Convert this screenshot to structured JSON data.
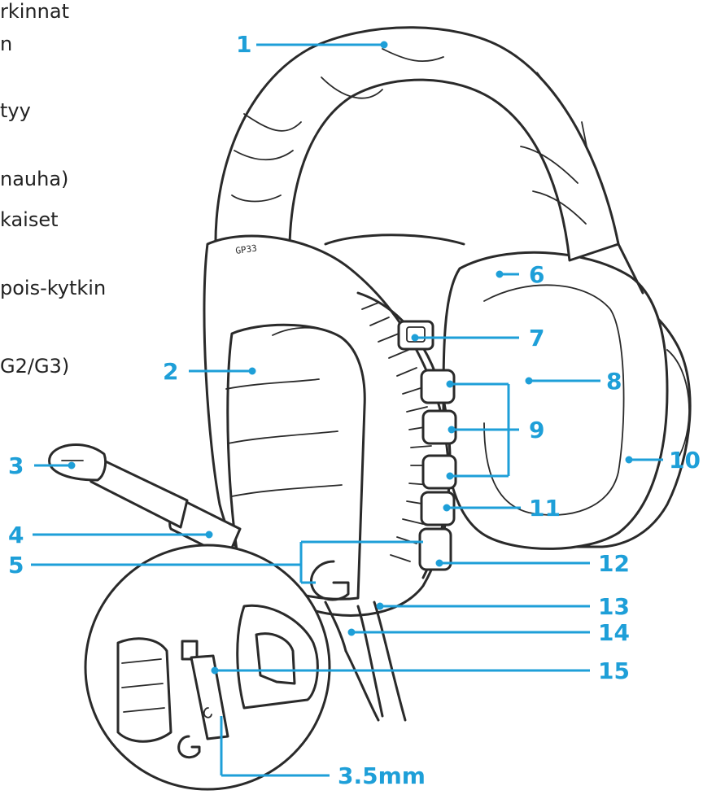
{
  "left_text_fragments": [
    "rkinnat",
    "n",
    "tyy",
    "nauha)",
    "kaiset",
    "pois-kytkin",
    "G2/G3)"
  ],
  "callouts": [
    "1",
    "2",
    "3",
    "4",
    "5",
    "6",
    "7",
    "8",
    "9",
    "10",
    "11",
    "12",
    "13",
    "14",
    "15",
    "3.5mm"
  ],
  "headset_model_text": "GP33",
  "colors": {
    "callout": "#1e9fd8",
    "line_art": "#2a2a2a",
    "background": "#ffffff"
  }
}
